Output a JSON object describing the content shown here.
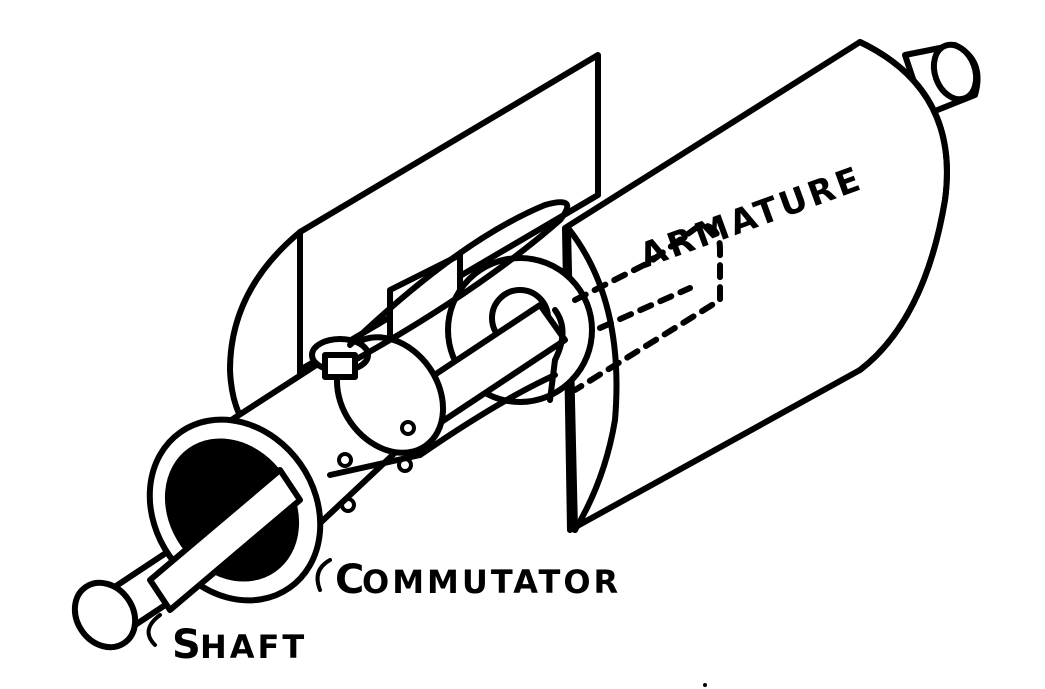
{
  "labels": {
    "armature": "ARMATURE",
    "commutator_initial": "C",
    "commutator_rest": "OMMUTATOR",
    "shaft_initial": "S",
    "shaft_rest": "HAFT"
  }
}
